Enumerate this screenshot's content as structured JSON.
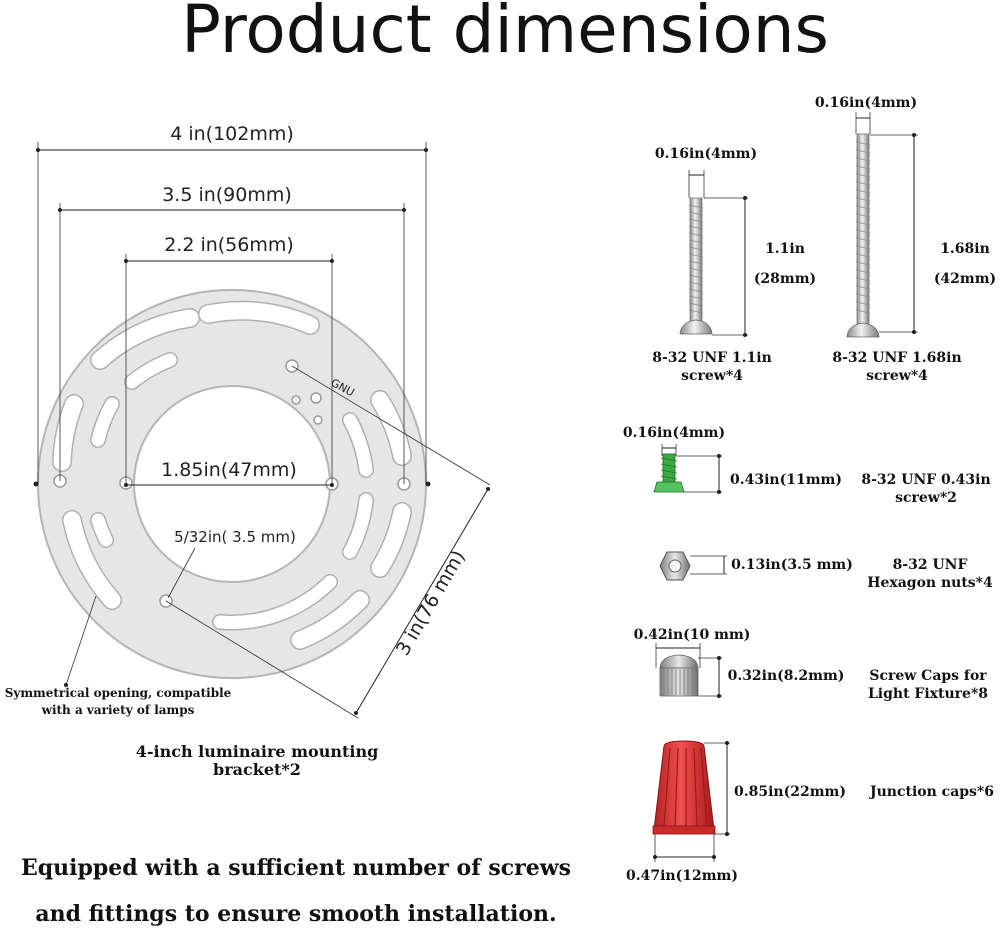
{
  "title": "Product dimensions",
  "bracket": {
    "dim_outer": "4 in(102mm)",
    "dim_slot": "3.5 in(90mm)",
    "dim_inner_holes": "2.2 in(56mm)",
    "dim_center_hole": "1.85in(47mm)",
    "dim_small_hole": "5/32in( 3.5 mm)",
    "dim_diagonal": "3 in(76 mm)",
    "stamp": "GNU",
    "callout_line1": "Symmetrical opening, compatible",
    "callout_line2": "with a variety of lamps",
    "name_line1": "4-inch luminaire mounting",
    "name_line2": "bracket*2"
  },
  "screw_short": {
    "width": "0.16in(4mm)",
    "length_in": "1.1in",
    "length_mm": "(28mm)",
    "name_line1": "8-32 UNF 1.1in",
    "name_line2": "screw*4"
  },
  "screw_long": {
    "width": "0.16in(4mm)",
    "length_in": "1.68in",
    "length_mm": "(42mm)",
    "name_line1": "8-32 UNF 1.68in",
    "name_line2": "screw*4"
  },
  "screw_green": {
    "width": "0.16in(4mm)",
    "height": "0.43in(11mm)",
    "name_line1": "8-32 UNF 0.43in",
    "name_line2": "screw*2"
  },
  "hex_nut": {
    "height": "0.13in(3.5 mm)",
    "name_line1": "8-32 UNF",
    "name_line2": "Hexagon nuts*4"
  },
  "screw_cap": {
    "width": "0.42in(10 mm)",
    "height": "0.32in(8.2mm)",
    "name_line1": "Screw Caps for",
    "name_line2": "Light Fixture*8"
  },
  "junction_cap": {
    "height": "0.85in(22mm)",
    "width": "0.47in(12mm)",
    "name": "Junction caps*6"
  },
  "footer": {
    "line1": "Equipped with a sufficient number of screws",
    "line2": "and fittings to ensure smooth installation."
  },
  "colors": {
    "metal": "#e6e6e6",
    "metal_edge": "#b5b5b5",
    "green_screw": "#3aa845",
    "red_cap": "#e03a3a"
  }
}
